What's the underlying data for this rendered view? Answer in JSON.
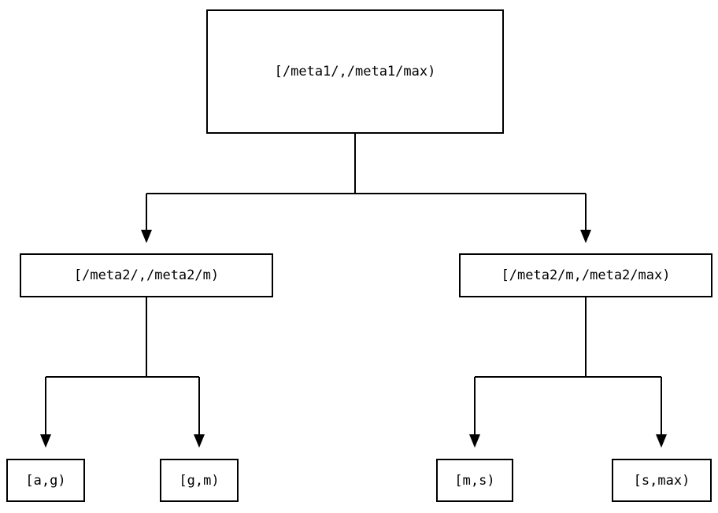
{
  "diagram": {
    "type": "binary-tree",
    "nodes": {
      "root": {
        "label": "[/meta1/,/meta1/max)"
      },
      "left": {
        "label": "[/meta2/,/meta2/m)"
      },
      "right": {
        "label": "[/meta2/m,/meta2/max)"
      },
      "leaf_ag": {
        "label": "[a,g)"
      },
      "leaf_gm": {
        "label": "[g,m)"
      },
      "leaf_ms": {
        "label": "[m,s)"
      },
      "leaf_smax": {
        "label": "[s,max)"
      }
    },
    "edges": [
      {
        "from": "root",
        "to": "left"
      },
      {
        "from": "root",
        "to": "right"
      },
      {
        "from": "left",
        "to": "leaf_ag"
      },
      {
        "from": "left",
        "to": "leaf_gm"
      },
      {
        "from": "right",
        "to": "leaf_ms"
      },
      {
        "from": "right",
        "to": "leaf_smax"
      }
    ],
    "colors": {
      "background": "#ffffff",
      "line": "#000000",
      "box_border": "#000000",
      "text": "#000000"
    }
  }
}
